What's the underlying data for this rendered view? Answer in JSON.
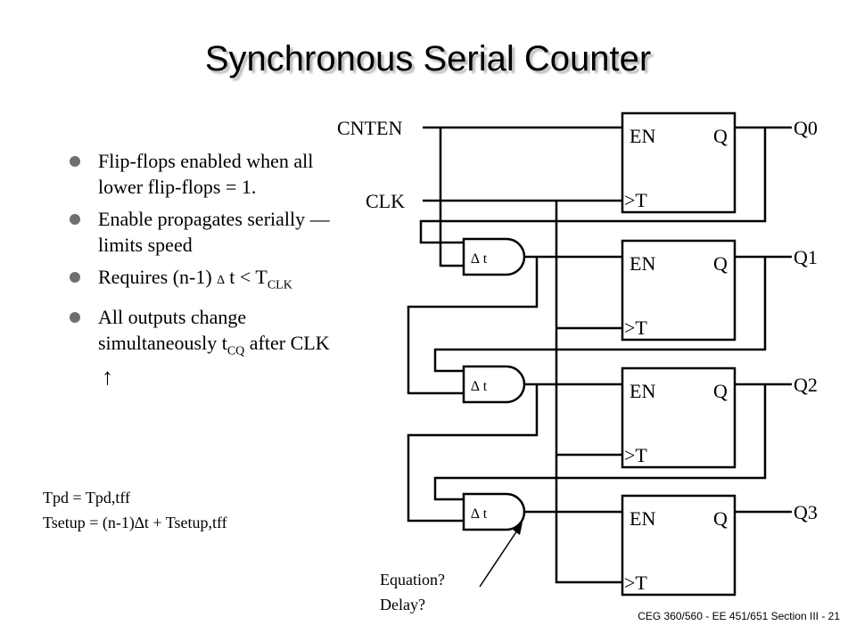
{
  "slide": {
    "title": "Synchronous Serial Counter",
    "bullets": [
      {
        "text": "Flip-flops enabled when all lower flip-flops = 1."
      },
      {
        "text": "Enable propagates serially — limits speed"
      },
      {
        "pre": "Requires (n-1) ",
        "delta": "∆",
        "mid": " t < T",
        "sub": "CLK"
      },
      {
        "pre": "All outputs change simultaneously t",
        "sub": "CQ",
        "post": " after CLK",
        "arrow": "↑"
      }
    ],
    "formulas": [
      "Tpd = Tpd,tff",
      "Tsetup = (n-1)∆t + Tsetup,tff"
    ],
    "footer": "CEG 360/560 - EE 451/651 Section III - 21"
  },
  "diagram": {
    "inputs": {
      "cnten": "CNTEN",
      "clk": "CLK"
    },
    "flipflops": [
      {
        "en": "EN",
        "q": "Q",
        "clk": ">T",
        "out": "Q0"
      },
      {
        "en": "EN",
        "q": "Q",
        "clk": ">T",
        "out": "Q1"
      },
      {
        "en": "EN",
        "q": "Q",
        "clk": ">T",
        "out": "Q2"
      },
      {
        "en": "EN",
        "q": "Q",
        "clk": ">T",
        "out": "Q3"
      }
    ],
    "gates": [
      {
        "label": "∆ t"
      },
      {
        "label": "∆ t"
      },
      {
        "label": "∆ t"
      }
    ],
    "annotation": {
      "line1": "Equation?",
      "line2": "Delay?"
    }
  }
}
